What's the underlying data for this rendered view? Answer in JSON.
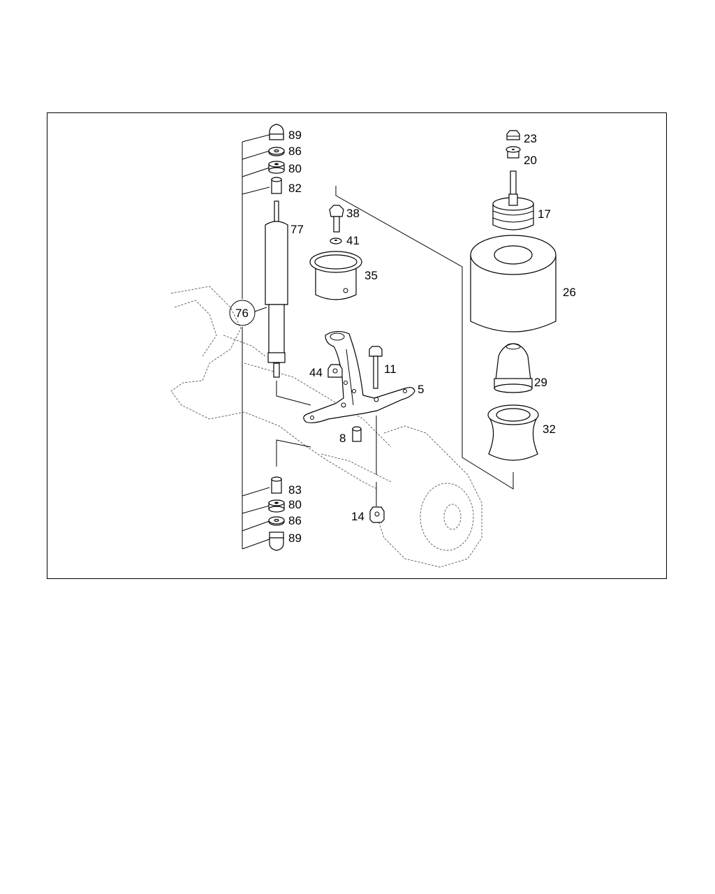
{
  "diagram": {
    "callouts": {
      "p89_top": "89",
      "p86_top": "86",
      "p80_top": "80",
      "p82": "82",
      "p77": "77",
      "p76": "76",
      "p38": "38",
      "p41": "41",
      "p35": "35",
      "p44": "44",
      "p11": "11",
      "p5": "5",
      "p8": "8",
      "p83": "83",
      "p80_bot": "80",
      "p86_bot": "86",
      "p89_bot": "89",
      "p14": "14",
      "p23": "23",
      "p20": "20",
      "p17": "17",
      "p26": "26",
      "p29": "29",
      "p32": "32"
    }
  }
}
